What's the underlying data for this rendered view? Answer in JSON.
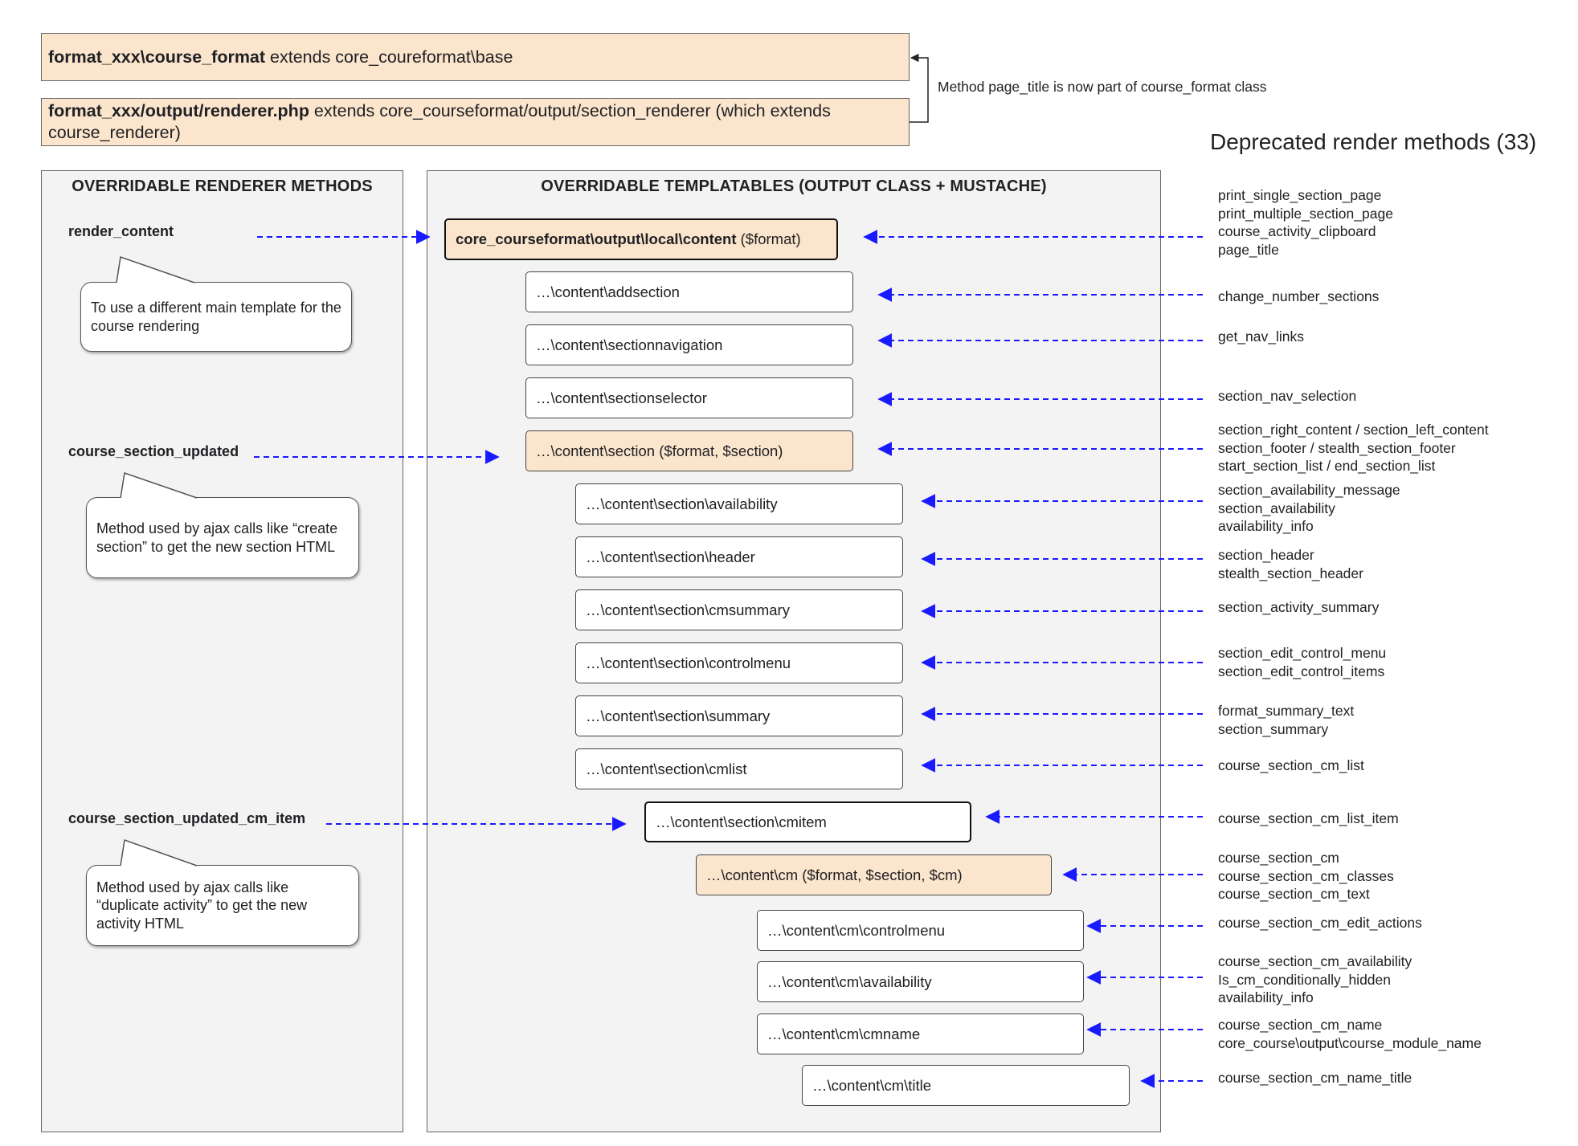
{
  "header": {
    "format_bold": "format_xxx\\course_format",
    "format_rest": " extends core_coureformat\\base",
    "renderer_bold": "format_xxx/output/renderer.php",
    "renderer_rest": " extends core_courseformat/output/section_renderer (which extends course_renderer)",
    "note": "Method page_title is now part of course_format class"
  },
  "deprecated_heading": "Deprecated render methods (33)",
  "left_panel": {
    "title": "OVERRIDABLE RENDERER METHODS",
    "methods": [
      {
        "name": "render_content",
        "note": "To use a different main template for the course rendering"
      },
      {
        "name": "course_section_updated",
        "note": "Method used by ajax calls like “create section” to get the new section HTML"
      },
      {
        "name": "course_section_updated_cm_item",
        "note": "Method used by ajax calls like “duplicate activity” to get the new activity HTML"
      }
    ]
  },
  "templatables": {
    "title": "OVERRIDABLE TEMPLATABLES (OUTPUT CLASS + MUSTACHE)",
    "content_bold": "core_courseformat\\output\\local\\content",
    "content_rest": " ($format)",
    "items": [
      "…\\content\\addsection",
      "…\\content\\sectionnavigation",
      "…\\content\\sectionselector",
      "…\\content\\section ($format, $section)",
      "…\\content\\section\\availability",
      "…\\content\\section\\header",
      "…\\content\\section\\cmsummary",
      "…\\content\\section\\controlmenu",
      "…\\content\\section\\summary",
      "…\\content\\section\\cmlist",
      "…\\content\\section\\cmitem",
      "…\\content\\cm ($format, $section, $cm)",
      "…\\content\\cm\\controlmenu",
      "…\\content\\cm\\availability",
      "…\\content\\cm\\cmname",
      "…\\content\\cm\\title"
    ]
  },
  "deprecated": [
    "print_single_section_page\nprint_multiple_section_page\ncourse_activity_clipboard\npage_title",
    "change_number_sections",
    "get_nav_links",
    "section_nav_selection",
    "section_right_content / section_left_content\nsection_footer / stealth_section_footer\nstart_section_list / end_section_list",
    "section_availability_message\nsection_availability\navailability_info",
    "section_header\nstealth_section_header",
    "section_activity_summary",
    "section_edit_control_menu\nsection_edit_control_items",
    "format_summary_text\nsection_summary",
    "course_section_cm_list",
    "course_section_cm_list_item",
    "course_section_cm\ncourse_section_cm_classes\ncourse_section_cm_text",
    "course_section_cm_edit_actions",
    "course_section_cm_availability\nIs_cm_conditionally_hidden\navailability_info",
    "course_section_cm_name\ncore_course\\output\\course_module_name",
    "course_section_cm_name_title"
  ],
  "colors": {
    "accent_fill": "#fce5cd",
    "arrow": "#1a1aff",
    "panel": "#f3f3f3"
  }
}
